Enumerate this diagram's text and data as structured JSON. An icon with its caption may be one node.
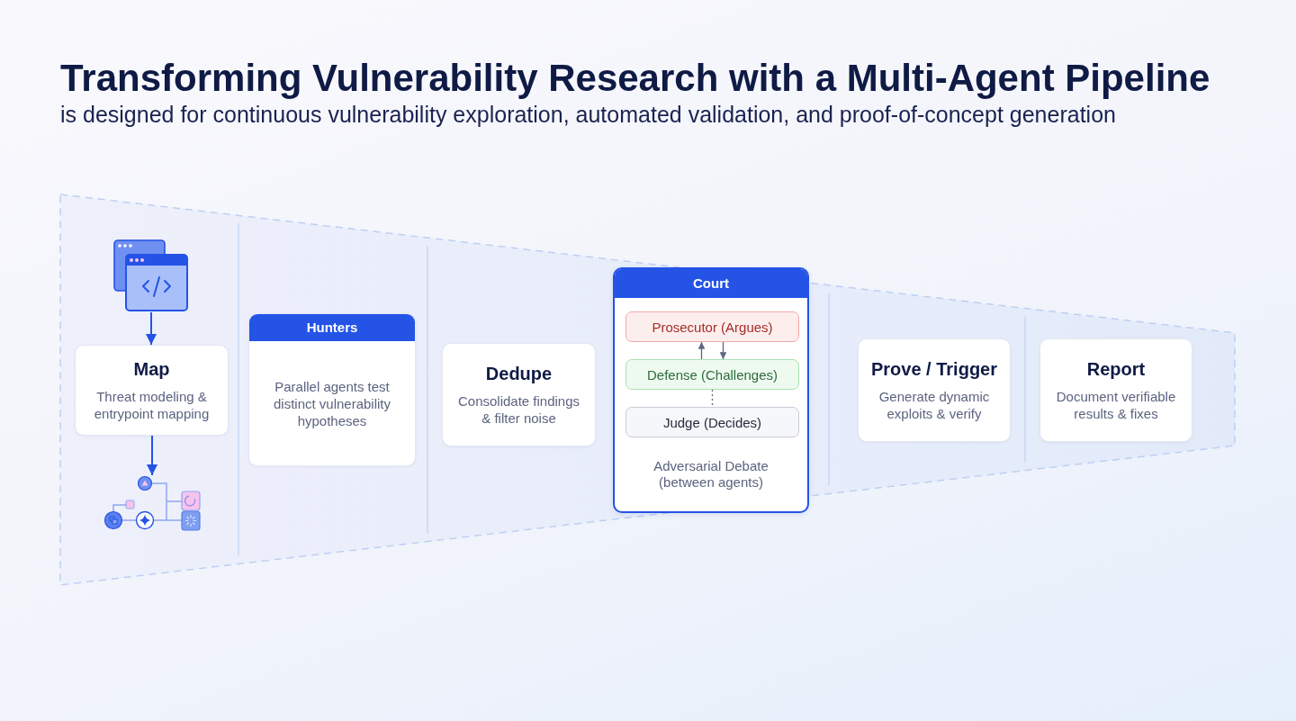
{
  "diagram": {
    "title": "Transforming Vulnerability Research with a Multi-Agent Pipeline",
    "caption": "is designed for continuous vulnerability exploration, automated validation, and proof-of-concept generation",
    "nodes": [
      {
        "text": [],
        "shape": "picture"
      },
      {
        "text": [
          "Map",
          "Threat modeling & entrypoint mapping"
        ]
      },
      {
        "text": [],
        "shape": "picture"
      },
      {
        "text": [
          "Hunters",
          "Parallel agents test distinct vulnerability hypotheses"
        ]
      },
      {
        "text": [
          "Dedupe",
          "Consolidate findings & filter noise"
        ]
      },
      {
        "text": [
          "Court",
          "Adversarial Debate (between agents)"
        ]
      },
      {
        "text": [
          "Prosecutor (Argues)"
        ],
        "in": 5
      },
      {
        "text": [
          "Defense (Challenges)"
        ],
        "in": 5
      },
      {
        "text": [
          "Judge (Decides)"
        ],
        "in": 5
      },
      {
        "text": [
          "Prove / Trigger",
          "Generate dynamic exploits & verify"
        ]
      },
      {
        "text": [
          "Report",
          "Document verifiable results & fixes"
        ]
      }
    ],
    "edges": [
      {
        "from": 0,
        "to": 1,
        "arrow": "to",
        "color": "#2453e6"
      },
      {
        "from": 1,
        "to": 2,
        "arrow": "to",
        "color": "#2453e6"
      },
      {
        "from": 7,
        "to": 6,
        "arrow": "to"
      },
      {
        "from": 6,
        "to": 7,
        "arrow": "to"
      },
      {
        "from": 7,
        "to": 8,
        "arrow": "none",
        "style": "dashed"
      }
    ]
  }
}
